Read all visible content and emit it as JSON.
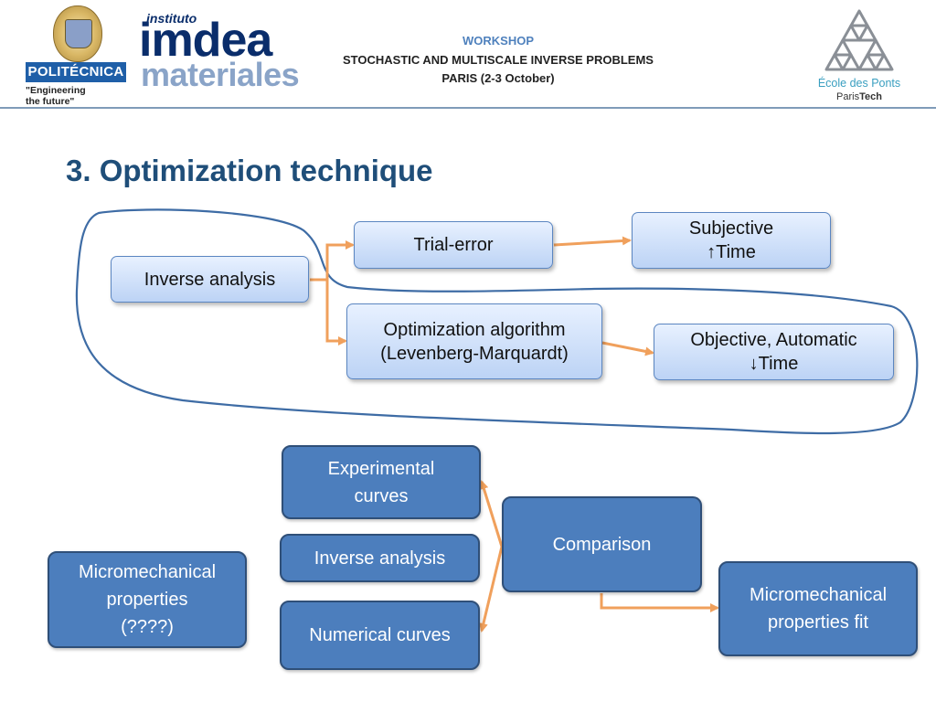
{
  "header": {
    "workshop": "WORKSHOP",
    "event": "STOCHASTIC AND MULTISCALE INVERSE PROBLEMS",
    "location": "PARIS (2-3 October)"
  },
  "logos": {
    "upm_name": "POLITÉCNICA",
    "upm_tagline": "\"Engineering the future\"",
    "imdea_prefix": "instituto",
    "imdea_name": "imdea",
    "imdea_sub": "materiales",
    "enpc_name": "École des Ponts",
    "enpc_sub_a": "Paris",
    "enpc_sub_b": "Tech"
  },
  "slide_title": "3. Optimization technique",
  "top_flow": {
    "inverse_analysis": "Inverse analysis",
    "trial_error": "Trial-error",
    "subjective": "Subjective\n↑Time",
    "optimization": "Optimization algorithm\n(Levenberg-Marquardt)",
    "objective": "Objective, Automatic\n↓Time"
  },
  "bottom_flow": {
    "experimental": "Experimental\ncurves",
    "inverse_analysis": "Inverse analysis",
    "numerical": "Numerical curves",
    "comparison": "Comparison",
    "micro_props": "Micromechanical\nproperties\n(????)",
    "micro_fit": "Micromechanical\nproperties fit"
  },
  "colors": {
    "title": "#1f4e79",
    "arrow": "#f0a05c",
    "outline": "#3e6ca5",
    "dark_box": "#4c7ebd"
  }
}
